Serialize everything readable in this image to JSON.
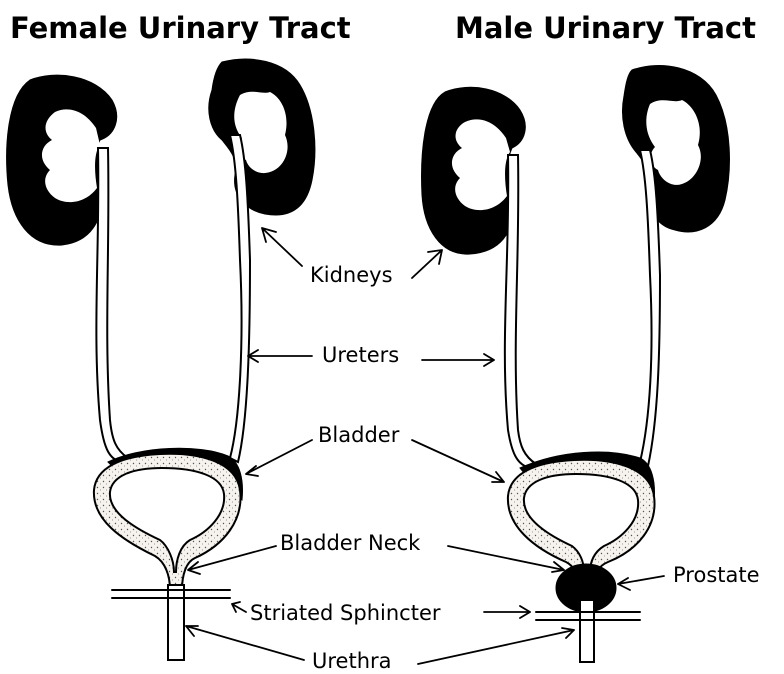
{
  "titles": {
    "female": "Female Urinary Tract",
    "male": "Male Urinary Tract"
  },
  "labels": {
    "kidneys": "Kidneys",
    "ureters": "Ureters",
    "bladder": "Bladder",
    "bladder_neck": "Bladder Neck",
    "prostate": "Prostate",
    "striated_sphincter": "Striated Sphincter",
    "urethra": "Urethra"
  }
}
